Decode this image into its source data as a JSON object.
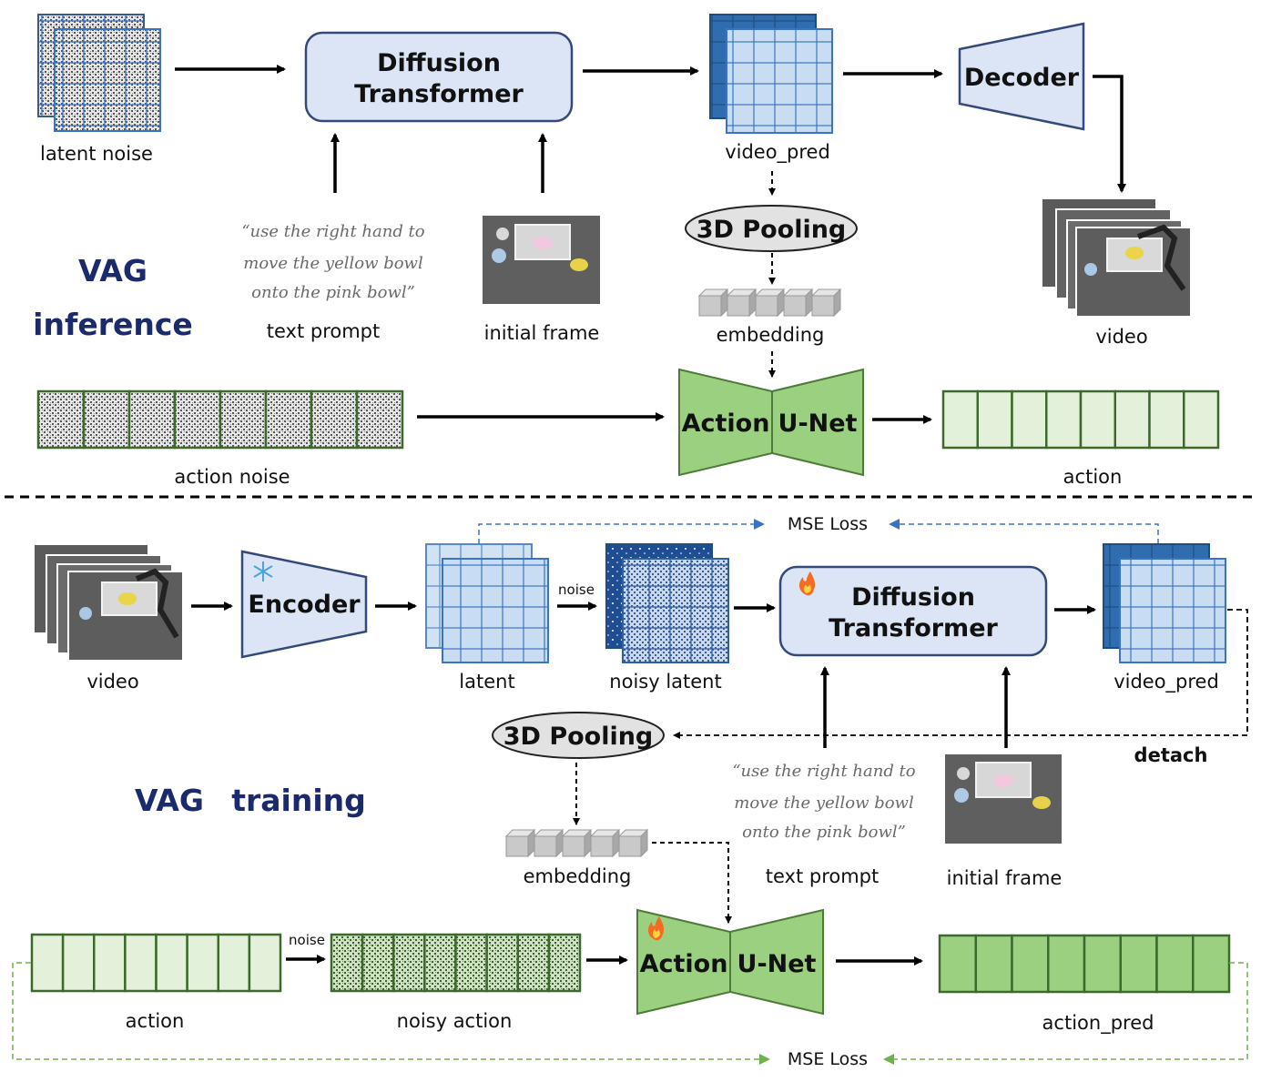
{
  "top": {
    "title_1": "VAG",
    "title_2": "inference",
    "latent_noise": "latent noise",
    "dit_line1": "Diffusion",
    "dit_line2": "Transformer",
    "video_pred": "video_pred",
    "decoder": "Decoder",
    "video": "video",
    "pooling": "3D Pooling",
    "embedding": "embedding",
    "prompt_line1": "“use the right hand to",
    "prompt_line2": "move the yellow bowl",
    "prompt_line3": "onto the pink bowl”",
    "text_prompt": "text prompt",
    "initial_frame": "initial frame",
    "action_noise": "action noise",
    "unet_left": "Action",
    "unet_right": "U-Net",
    "action": "action"
  },
  "bottom": {
    "title_1": "VAG",
    "title_2": "training",
    "video": "video",
    "encoder": "Encoder",
    "latent": "latent",
    "noise": "noise",
    "noisy_latent": "noisy latent",
    "dit_line1": "Diffusion",
    "dit_line2": "Transformer",
    "video_pred": "video_pred",
    "mse_loss": "MSE Loss",
    "detach": "detach",
    "pooling": "3D Pooling",
    "embedding": "embedding",
    "prompt_line1": "“use the right hand to",
    "prompt_line2": "move the yellow bowl",
    "prompt_line3": "onto the pink bowl”",
    "text_prompt": "text prompt",
    "initial_frame": "initial frame",
    "action": "action",
    "action_noise_label": "noise",
    "noisy_action": "noisy action",
    "unet_left": "Action",
    "unet_right": "U-Net",
    "action_pred": "action_pred",
    "action_mse_loss": "MSE Loss"
  },
  "colors": {
    "dit_fill": "#dbe5f5",
    "dit_stroke": "#34487a",
    "unet_fill": "#9cd081",
    "unet_stroke": "#4d7a37",
    "title_color": "#1a2a6c",
    "frozen_icon": "snowflake-icon",
    "trainable_icon": "fire-icon"
  }
}
